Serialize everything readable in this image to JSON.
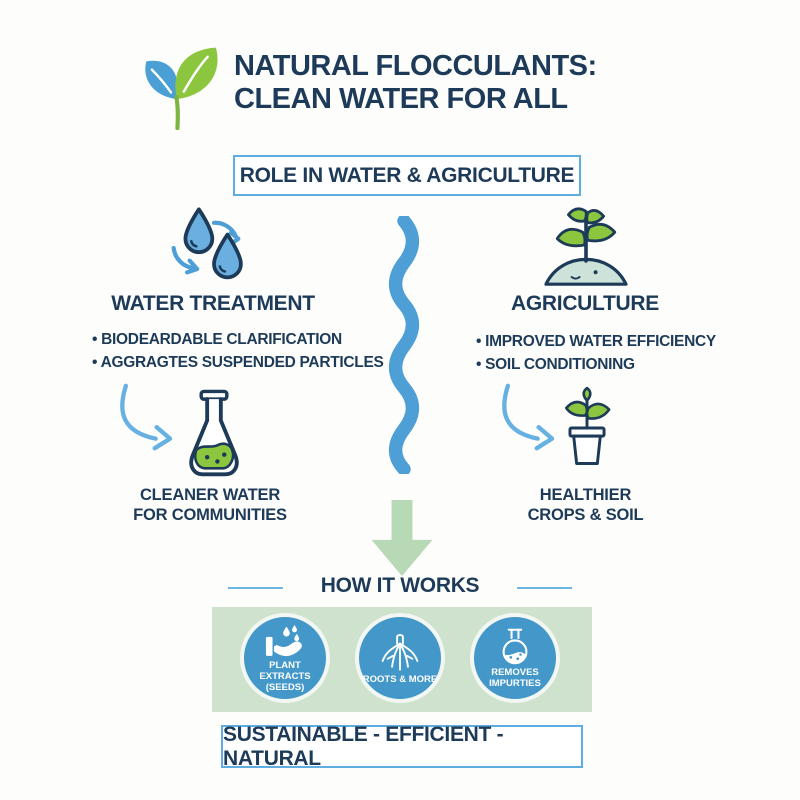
{
  "header": {
    "title_line1": "NATURAL FLOCCULANTS:",
    "title_line2": "CLEAN WATER FOR ALL",
    "logo": "blue-green-leaf-logo"
  },
  "role_banner": "ROLE IN WATER & AGRICULTURE",
  "water_treatment": {
    "heading": "WATER TREATMENT",
    "bullets": [
      "BIODEARDABLE CLARIFICATION",
      "AGGRAGTES SUSPENDED PARTICLES"
    ],
    "outcome_line1": "CLEANER WATER",
    "outcome_line2": "FOR COMMUNITIES",
    "icons": [
      "water-drops-cycle-icon",
      "erlenmeyer-flask-icon"
    ]
  },
  "agriculture": {
    "heading": "AGRICULTURE",
    "bullets": [
      "IMPROVED WATER EFFICIENCY",
      "SOIL CONDITIONING"
    ],
    "outcome_line1": "HEALTHIER",
    "outcome_line2": "CROPS & SOIL",
    "icons": [
      "plant-sprout-icon",
      "potted-plant-icon"
    ]
  },
  "how_it_works": {
    "heading": "HOW IT WORKS",
    "steps": [
      {
        "label_line1": "PLANT EXTRACTS",
        "label_line2": "(SEEDS)",
        "icon": "hand-with-drops-icon"
      },
      {
        "label_line1": "ROOTS & MORE",
        "label_line2": "",
        "icon": "roots-icon"
      },
      {
        "label_line1": "REMOVES",
        "label_line2": "IMPURTIES",
        "icon": "round-flask-icon"
      }
    ]
  },
  "footer_banner": "SUSTAINABLE - EFFICIENT - NATURAL",
  "colors": {
    "navy_text": "#1d3b58",
    "accent_blue": "#4d9fd6",
    "light_blue_arrow": "#66b0e2",
    "border_blue": "#5fade0",
    "leaf_green": "#8dc63f",
    "band_sage_green": "#cfe2cd",
    "arrow_light_green": "#b7d9b5",
    "badge_circle_blue": "#4398c9",
    "drop_fill_blue": "#6aafdf"
  }
}
